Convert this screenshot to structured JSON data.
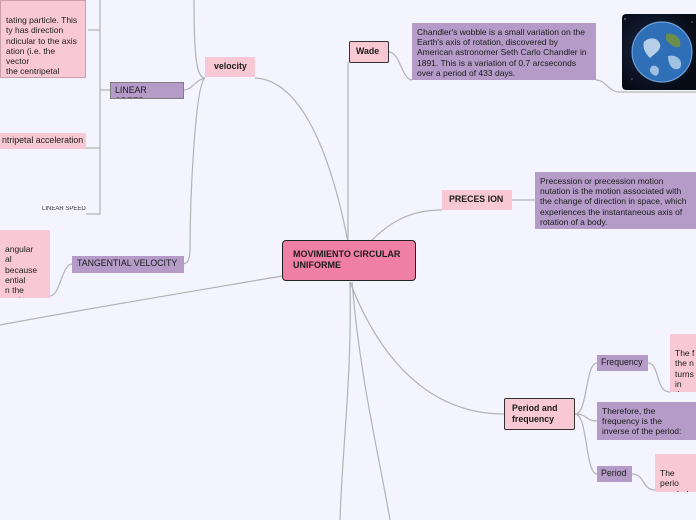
{
  "root": {
    "title": "MOVIMIENTO CIRCULAR UNIFORME"
  },
  "nodes": {
    "velocity": "velocity",
    "linear_speed": "LINEAR SPEED",
    "linear_speed_small": "LINEAR SPEED",
    "tangential_velocity": "TANGENTIAL VELOCITY",
    "centripetal_acceleration": "ntripetal acceleration",
    "wade": "Wade",
    "preces_ion": "PRECES ION",
    "period_and_frequency": "Period and frequency",
    "frequency": "Frequency",
    "period": "Period"
  },
  "notes": {
    "rotating_particle": "tating particle. This\nty has direction\nndicular to the axis\nation (i.e. the vector\n the centripetal\neration and the\n radius.",
    "angular": " angular\nal because\nential\nn the vector\n(u) by the\nt P.",
    "wade_note": "Chandler's wobble is a small variation on the Earth's axis of rotation, discovered by American astronomer Seth Carlo Chandler in 1891. This is a variation of 0.7 arcseconds over a period of 433 days.",
    "precession_note": "Precession or precession motion nutation is the motion associated with the change of direction in space, which experiences the instantaneous axis of rotation of a body.",
    "frequency_note": "The f\nthe n\nturns\nin the\nby:",
    "therefore_note": "Therefore, the frequency is the inverse of the period:",
    "period_note": "The perio\nneeded fo\nturn and i"
  },
  "colors": {
    "root": "#f07fa6",
    "pink": "#f8c9d4",
    "purple": "#b49bc8",
    "background": "#f3f4fd",
    "link": "#b0b0b0"
  },
  "icons": {
    "earth_image": "earth-globe-image"
  }
}
